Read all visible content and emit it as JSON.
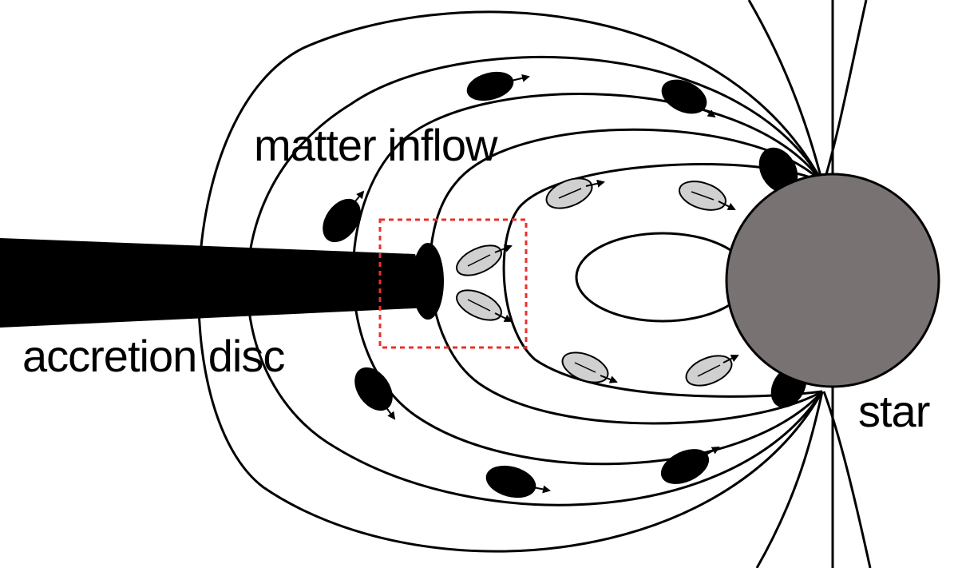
{
  "labels": {
    "matter_inflow": "matter inflow",
    "accretion_disc": "accretion disc",
    "star": "star"
  },
  "colors": {
    "background": "#ffffff",
    "line": "#000000",
    "star_fill": "#787272",
    "blob_dark": "#000000",
    "blob_light": "#d0d0d0",
    "highlight_box": "#e8312f"
  }
}
